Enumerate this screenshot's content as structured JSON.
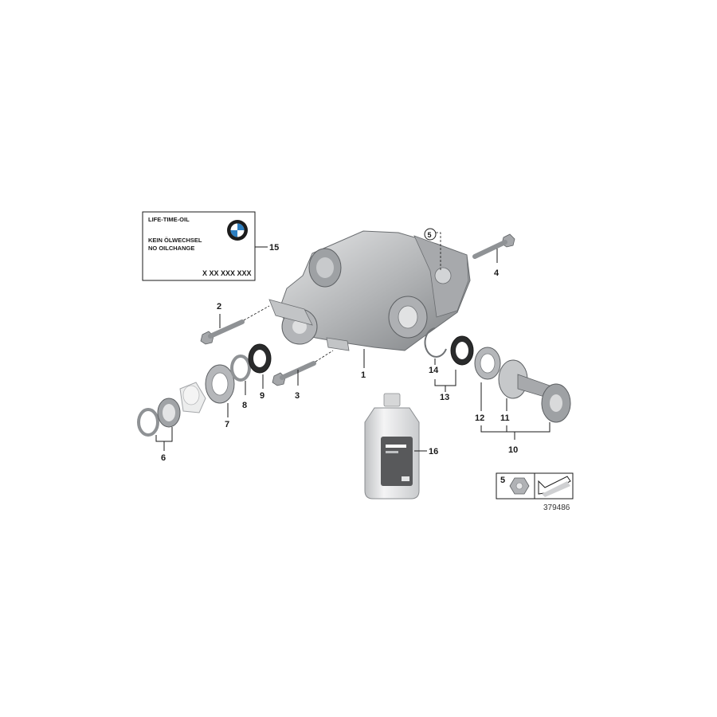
{
  "callouts": {
    "c1": "1",
    "c2": "2",
    "c3": "3",
    "c4": "4",
    "c5": "5",
    "c6": "6",
    "c7": "7",
    "c8": "8",
    "c9": "9",
    "c10": "10",
    "c11": "11",
    "c12": "12",
    "c13": "13",
    "c14": "14",
    "c15": "15",
    "c16": "16"
  },
  "sticker": {
    "line1": "LIFE-TIME-OIL",
    "line2": "KEIN ÖLWECHSEL",
    "line3": "NO OILCHANGE",
    "code": "X XX XXX XXX"
  },
  "inset": {
    "number": "5"
  },
  "reference_number": "379486",
  "colors": {
    "metal": "#b9bbbd",
    "metal_dark": "#7d8083",
    "bottle": "#e4e5e6",
    "label": "#555759"
  }
}
